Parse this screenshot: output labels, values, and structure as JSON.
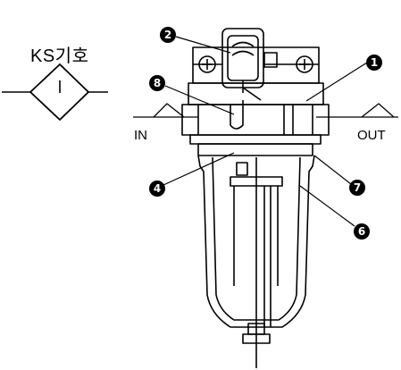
{
  "symbol_title": "KS기호",
  "port_in": "IN",
  "port_out": "OUT",
  "callouts": [
    {
      "id": "c1",
      "number": "1"
    },
    {
      "id": "c2",
      "number": "2"
    },
    {
      "id": "c8",
      "number": "8"
    },
    {
      "id": "c4",
      "number": "4"
    },
    {
      "id": "c7",
      "number": "7"
    },
    {
      "id": "c6",
      "number": "6"
    }
  ],
  "colors": {
    "ink": "#000000",
    "paper": "#ffffff"
  }
}
